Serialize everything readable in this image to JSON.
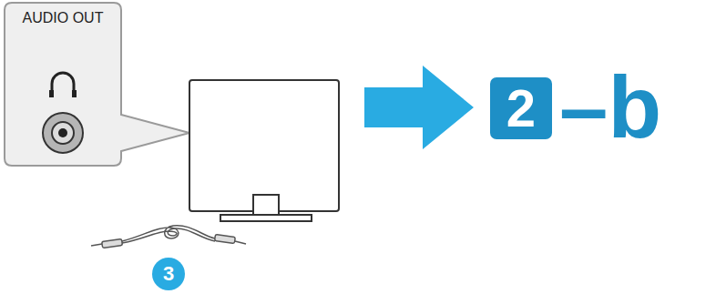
{
  "diagram": {
    "nodes": [
      {
        "text": [
          "AUDIO OUT"
        ]
      },
      {
        "text": [
          "2"
        ]
      },
      {
        "text": [
          "3"
        ]
      }
    ],
    "labels": [
      "–b"
    ]
  }
}
